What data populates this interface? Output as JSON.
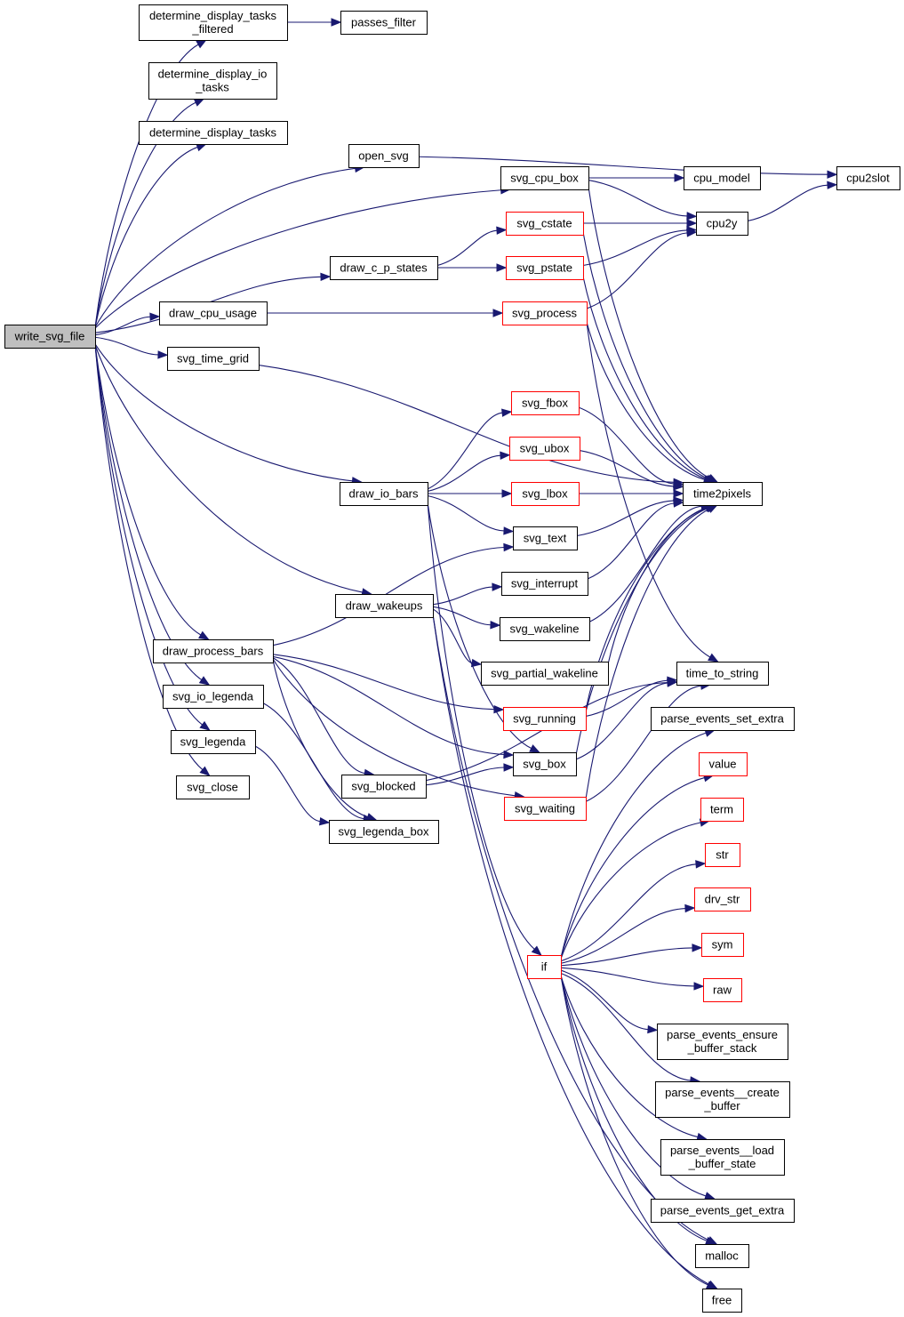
{
  "title": "write_svg_file call graph",
  "colors": {
    "edge": "#191970",
    "node_border": "#000000",
    "node_border_truncated": "#ff0000",
    "root_fill": "#bfbfbf",
    "node_fill": "#ffffff"
  },
  "nodes": {
    "write_svg_file": {
      "lines": [
        "write_svg_file"
      ],
      "kind": "root"
    },
    "determine_display_tasks_filtered": {
      "lines": [
        "determine_display_tasks",
        "_filtered"
      ],
      "kind": "normal"
    },
    "passes_filter": {
      "lines": [
        "passes_filter"
      ],
      "kind": "normal"
    },
    "determine_display_io_tasks": {
      "lines": [
        "determine_display_io",
        "_tasks"
      ],
      "kind": "normal"
    },
    "determine_display_tasks": {
      "lines": [
        "determine_display_tasks"
      ],
      "kind": "normal"
    },
    "open_svg": {
      "lines": [
        "open_svg"
      ],
      "kind": "normal"
    },
    "cpu2slot": {
      "lines": [
        "cpu2slot"
      ],
      "kind": "normal"
    },
    "svg_cpu_box": {
      "lines": [
        "svg_cpu_box"
      ],
      "kind": "normal"
    },
    "cpu_model": {
      "lines": [
        "cpu_model"
      ],
      "kind": "normal"
    },
    "svg_cstate": {
      "lines": [
        "svg_cstate"
      ],
      "kind": "truncated"
    },
    "cpu2y": {
      "lines": [
        "cpu2y"
      ],
      "kind": "normal"
    },
    "draw_c_p_states": {
      "lines": [
        "draw_c_p_states"
      ],
      "kind": "normal"
    },
    "svg_pstate": {
      "lines": [
        "svg_pstate"
      ],
      "kind": "truncated"
    },
    "draw_cpu_usage": {
      "lines": [
        "draw_cpu_usage"
      ],
      "kind": "normal"
    },
    "svg_process": {
      "lines": [
        "svg_process"
      ],
      "kind": "truncated"
    },
    "svg_time_grid": {
      "lines": [
        "svg_time_grid"
      ],
      "kind": "normal"
    },
    "svg_fbox": {
      "lines": [
        "svg_fbox"
      ],
      "kind": "truncated"
    },
    "svg_ubox": {
      "lines": [
        "svg_ubox"
      ],
      "kind": "truncated"
    },
    "draw_io_bars": {
      "lines": [
        "draw_io_bars"
      ],
      "kind": "normal"
    },
    "svg_lbox": {
      "lines": [
        "svg_lbox"
      ],
      "kind": "truncated"
    },
    "time2pixels": {
      "lines": [
        "time2pixels"
      ],
      "kind": "normal"
    },
    "svg_text": {
      "lines": [
        "svg_text"
      ],
      "kind": "normal"
    },
    "svg_interrupt": {
      "lines": [
        "svg_interrupt"
      ],
      "kind": "normal"
    },
    "draw_wakeups": {
      "lines": [
        "draw_wakeups"
      ],
      "kind": "normal"
    },
    "svg_wakeline": {
      "lines": [
        "svg_wakeline"
      ],
      "kind": "normal"
    },
    "draw_process_bars": {
      "lines": [
        "draw_process_bars"
      ],
      "kind": "normal"
    },
    "svg_partial_wakeline": {
      "lines": [
        "svg_partial_wakeline"
      ],
      "kind": "normal"
    },
    "time_to_string": {
      "lines": [
        "time_to_string"
      ],
      "kind": "normal"
    },
    "svg_io_legenda": {
      "lines": [
        "svg_io_legenda"
      ],
      "kind": "normal"
    },
    "svg_running": {
      "lines": [
        "svg_running"
      ],
      "kind": "truncated"
    },
    "parse_events_set_extra": {
      "lines": [
        "parse_events_set_extra"
      ],
      "kind": "normal"
    },
    "svg_legenda": {
      "lines": [
        "svg_legenda"
      ],
      "kind": "normal"
    },
    "svg_box": {
      "lines": [
        "svg_box"
      ],
      "kind": "normal"
    },
    "value": {
      "lines": [
        "value"
      ],
      "kind": "truncated"
    },
    "svg_close": {
      "lines": [
        "svg_close"
      ],
      "kind": "normal"
    },
    "svg_blocked": {
      "lines": [
        "svg_blocked"
      ],
      "kind": "normal"
    },
    "svg_waiting": {
      "lines": [
        "svg_waiting"
      ],
      "kind": "truncated"
    },
    "term": {
      "lines": [
        "term"
      ],
      "kind": "truncated"
    },
    "svg_legenda_box": {
      "lines": [
        "svg_legenda_box"
      ],
      "kind": "normal"
    },
    "str": {
      "lines": [
        "str"
      ],
      "kind": "truncated"
    },
    "drv_str": {
      "lines": [
        "drv_str"
      ],
      "kind": "truncated"
    },
    "if": {
      "lines": [
        "if"
      ],
      "kind": "truncated"
    },
    "sym": {
      "lines": [
        "sym"
      ],
      "kind": "truncated"
    },
    "raw": {
      "lines": [
        "raw"
      ],
      "kind": "truncated"
    },
    "parse_events_ensure_buffer_stack": {
      "lines": [
        "parse_events_ensure",
        "_buffer_stack"
      ],
      "kind": "normal"
    },
    "parse_events__create_buffer": {
      "lines": [
        "parse_events__create",
        "_buffer"
      ],
      "kind": "normal"
    },
    "parse_events__load_buffer_state": {
      "lines": [
        "parse_events__load",
        "_buffer_state"
      ],
      "kind": "normal"
    },
    "parse_events_get_extra": {
      "lines": [
        "parse_events_get_extra"
      ],
      "kind": "normal"
    },
    "malloc": {
      "lines": [
        "malloc"
      ],
      "kind": "normal"
    },
    "free": {
      "lines": [
        "free"
      ],
      "kind": "normal"
    }
  },
  "edges": [
    [
      "write_svg_file",
      "determine_display_tasks_filtered"
    ],
    [
      "write_svg_file",
      "determine_display_io_tasks"
    ],
    [
      "write_svg_file",
      "determine_display_tasks"
    ],
    [
      "write_svg_file",
      "open_svg"
    ],
    [
      "write_svg_file",
      "svg_cpu_box"
    ],
    [
      "write_svg_file",
      "draw_c_p_states"
    ],
    [
      "write_svg_file",
      "draw_cpu_usage"
    ],
    [
      "write_svg_file",
      "svg_time_grid"
    ],
    [
      "write_svg_file",
      "draw_io_bars"
    ],
    [
      "write_svg_file",
      "draw_wakeups"
    ],
    [
      "write_svg_file",
      "draw_process_bars"
    ],
    [
      "write_svg_file",
      "svg_io_legenda"
    ],
    [
      "write_svg_file",
      "svg_legenda"
    ],
    [
      "write_svg_file",
      "svg_close"
    ],
    [
      "determine_display_tasks_filtered",
      "passes_filter"
    ],
    [
      "open_svg",
      "cpu2slot"
    ],
    [
      "svg_cpu_box",
      "cpu_model"
    ],
    [
      "svg_cpu_box",
      "cpu2y"
    ],
    [
      "svg_cpu_box",
      "time2pixels"
    ],
    [
      "draw_c_p_states",
      "svg_cstate"
    ],
    [
      "draw_c_p_states",
      "svg_pstate"
    ],
    [
      "svg_cstate",
      "cpu2y"
    ],
    [
      "svg_cstate",
      "time2pixels"
    ],
    [
      "svg_pstate",
      "cpu2y"
    ],
    [
      "svg_pstate",
      "time2pixels"
    ],
    [
      "cpu2y",
      "cpu2slot"
    ],
    [
      "draw_cpu_usage",
      "svg_process"
    ],
    [
      "svg_process",
      "cpu2y"
    ],
    [
      "svg_process",
      "time2pixels"
    ],
    [
      "svg_process",
      "time_to_string"
    ],
    [
      "svg_time_grid",
      "time2pixels"
    ],
    [
      "draw_io_bars",
      "svg_fbox"
    ],
    [
      "draw_io_bars",
      "svg_ubox"
    ],
    [
      "draw_io_bars",
      "svg_lbox"
    ],
    [
      "draw_io_bars",
      "svg_text"
    ],
    [
      "draw_io_bars",
      "svg_box"
    ],
    [
      "draw_io_bars",
      "if"
    ],
    [
      "svg_fbox",
      "time2pixels"
    ],
    [
      "svg_ubox",
      "time2pixels"
    ],
    [
      "svg_lbox",
      "time2pixels"
    ],
    [
      "svg_text",
      "time2pixels"
    ],
    [
      "draw_wakeups",
      "svg_interrupt"
    ],
    [
      "draw_wakeups",
      "svg_wakeline"
    ],
    [
      "draw_wakeups",
      "svg_partial_wakeline"
    ],
    [
      "draw_wakeups",
      "malloc"
    ],
    [
      "draw_wakeups",
      "free"
    ],
    [
      "svg_interrupt",
      "time2pixels"
    ],
    [
      "svg_wakeline",
      "time2pixels"
    ],
    [
      "svg_partial_wakeline",
      "time2pixels"
    ],
    [
      "draw_process_bars",
      "svg_text"
    ],
    [
      "draw_process_bars",
      "svg_running"
    ],
    [
      "draw_process_bars",
      "svg_box"
    ],
    [
      "draw_process_bars",
      "svg_blocked"
    ],
    [
      "draw_process_bars",
      "svg_waiting"
    ],
    [
      "draw_process_bars",
      "svg_legenda_box"
    ],
    [
      "svg_running",
      "time2pixels"
    ],
    [
      "svg_running",
      "time_to_string"
    ],
    [
      "svg_box",
      "time2pixels"
    ],
    [
      "svg_box",
      "time_to_string"
    ],
    [
      "svg_blocked",
      "svg_box"
    ],
    [
      "svg_blocked",
      "time_to_string"
    ],
    [
      "svg_waiting",
      "time2pixels"
    ],
    [
      "svg_waiting",
      "time_to_string"
    ],
    [
      "svg_io_legenda",
      "svg_legenda_box"
    ],
    [
      "svg_legenda",
      "svg_legenda_box"
    ],
    [
      "if",
      "parse_events_set_extra"
    ],
    [
      "if",
      "value"
    ],
    [
      "if",
      "term"
    ],
    [
      "if",
      "str"
    ],
    [
      "if",
      "drv_str"
    ],
    [
      "if",
      "sym"
    ],
    [
      "if",
      "raw"
    ],
    [
      "if",
      "parse_events_ensure_buffer_stack"
    ],
    [
      "if",
      "parse_events__create_buffer"
    ],
    [
      "if",
      "parse_events__load_buffer_state"
    ],
    [
      "if",
      "parse_events_get_extra"
    ],
    [
      "if",
      "malloc"
    ],
    [
      "if",
      "free"
    ]
  ]
}
